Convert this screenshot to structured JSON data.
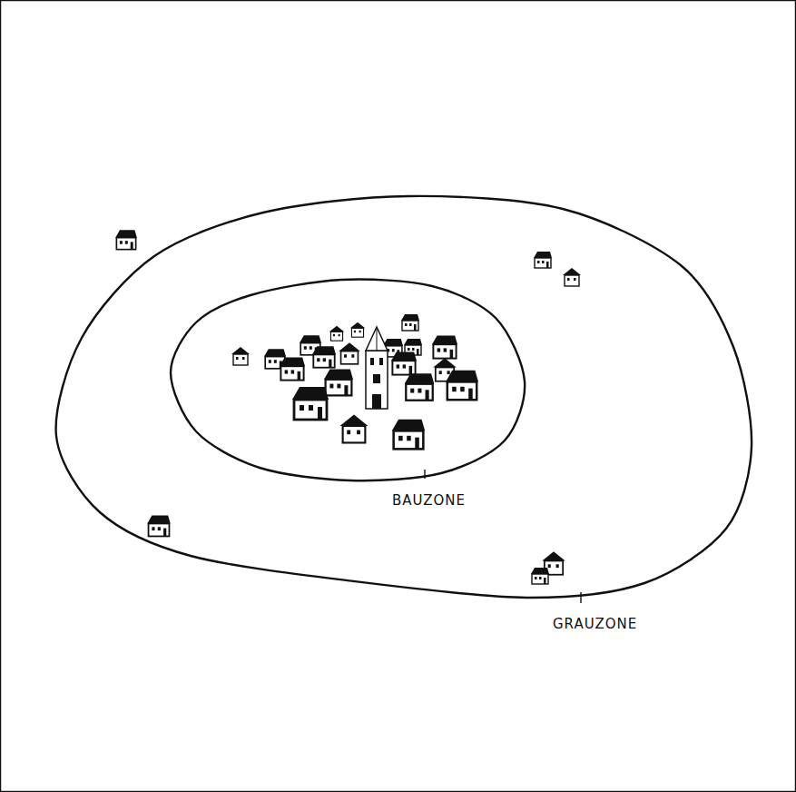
{
  "diagram": {
    "nodes": [
      {
        "text": [
          "GRAUZONE"
        ]
      },
      {
        "text": [
          "BAUZONE"
        ],
        "in": 0
      }
    ]
  }
}
